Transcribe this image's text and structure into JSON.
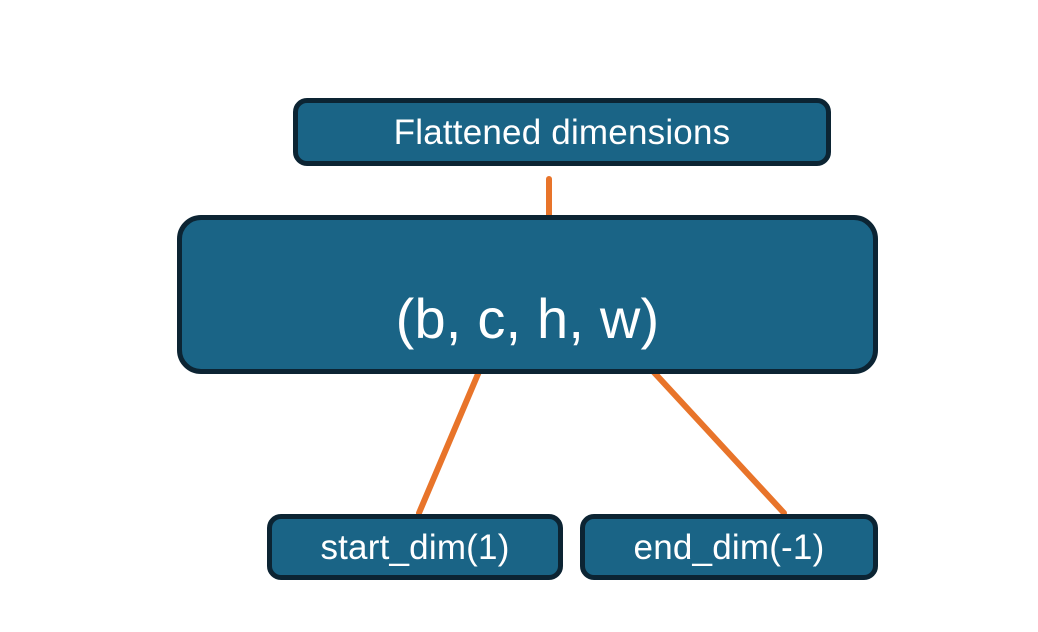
{
  "diagram": {
    "title_node": {
      "label": "Flattened dimensions",
      "name": "flattened-dimensions-box"
    },
    "shape_node": {
      "label": "(b, c, h, w)",
      "name": "tensor-shape-box",
      "dims": [
        "b",
        "c",
        "h",
        "w"
      ]
    },
    "param_nodes": [
      {
        "label": "start_dim(1)",
        "name": "start-dim-box",
        "points_to": "c"
      },
      {
        "label": "end_dim(-1)",
        "name": "end-dim-box",
        "points_to": "w"
      }
    ],
    "brace": {
      "name": "flattened-range-brace",
      "spans": [
        "c",
        "h",
        "w"
      ],
      "leads_to": "Flattened dimensions"
    },
    "colors": {
      "box_fill": "#1A6486",
      "box_border": "#0C2433",
      "text": "#FFFFFF",
      "accent_orange": "#E8742A",
      "background": "#FFFFFF"
    }
  }
}
